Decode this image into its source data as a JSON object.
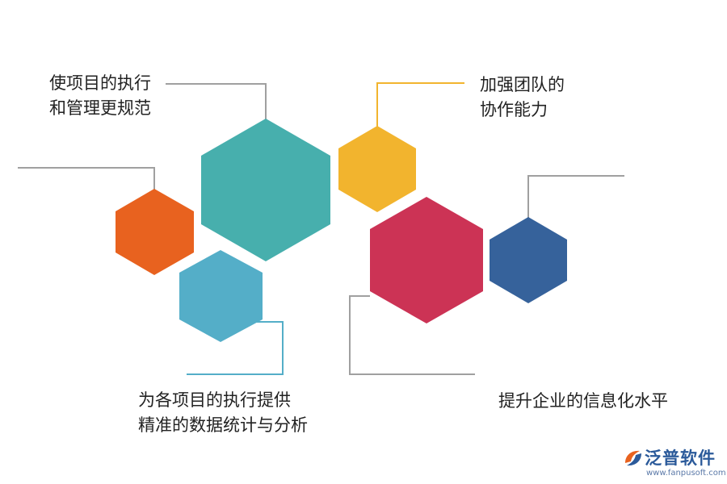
{
  "labels": {
    "top_left": [
      "使项目的执行",
      "和管理更规范"
    ],
    "top_right": [
      "加强团队的",
      "协作能力"
    ],
    "bottom_left": [
      "为各项目的执行提供",
      "精准的数据统计与分析"
    ],
    "bottom_right": [
      "提升企业的信息化水平"
    ]
  },
  "colors": {
    "teal": "#47afad",
    "orange": "#e8621f",
    "yellow": "#f2b42e",
    "red": "#cc3355",
    "navy": "#36629b",
    "light_blue": "#54aec8",
    "line_gray": "#a0a0a0",
    "line_yellow": "#f2b42e",
    "line_blue": "#54aec8"
  },
  "logo": {
    "name": "泛普软件",
    "url": "www.fanpusoft.com",
    "icon": "fanpu-logo-icon"
  }
}
